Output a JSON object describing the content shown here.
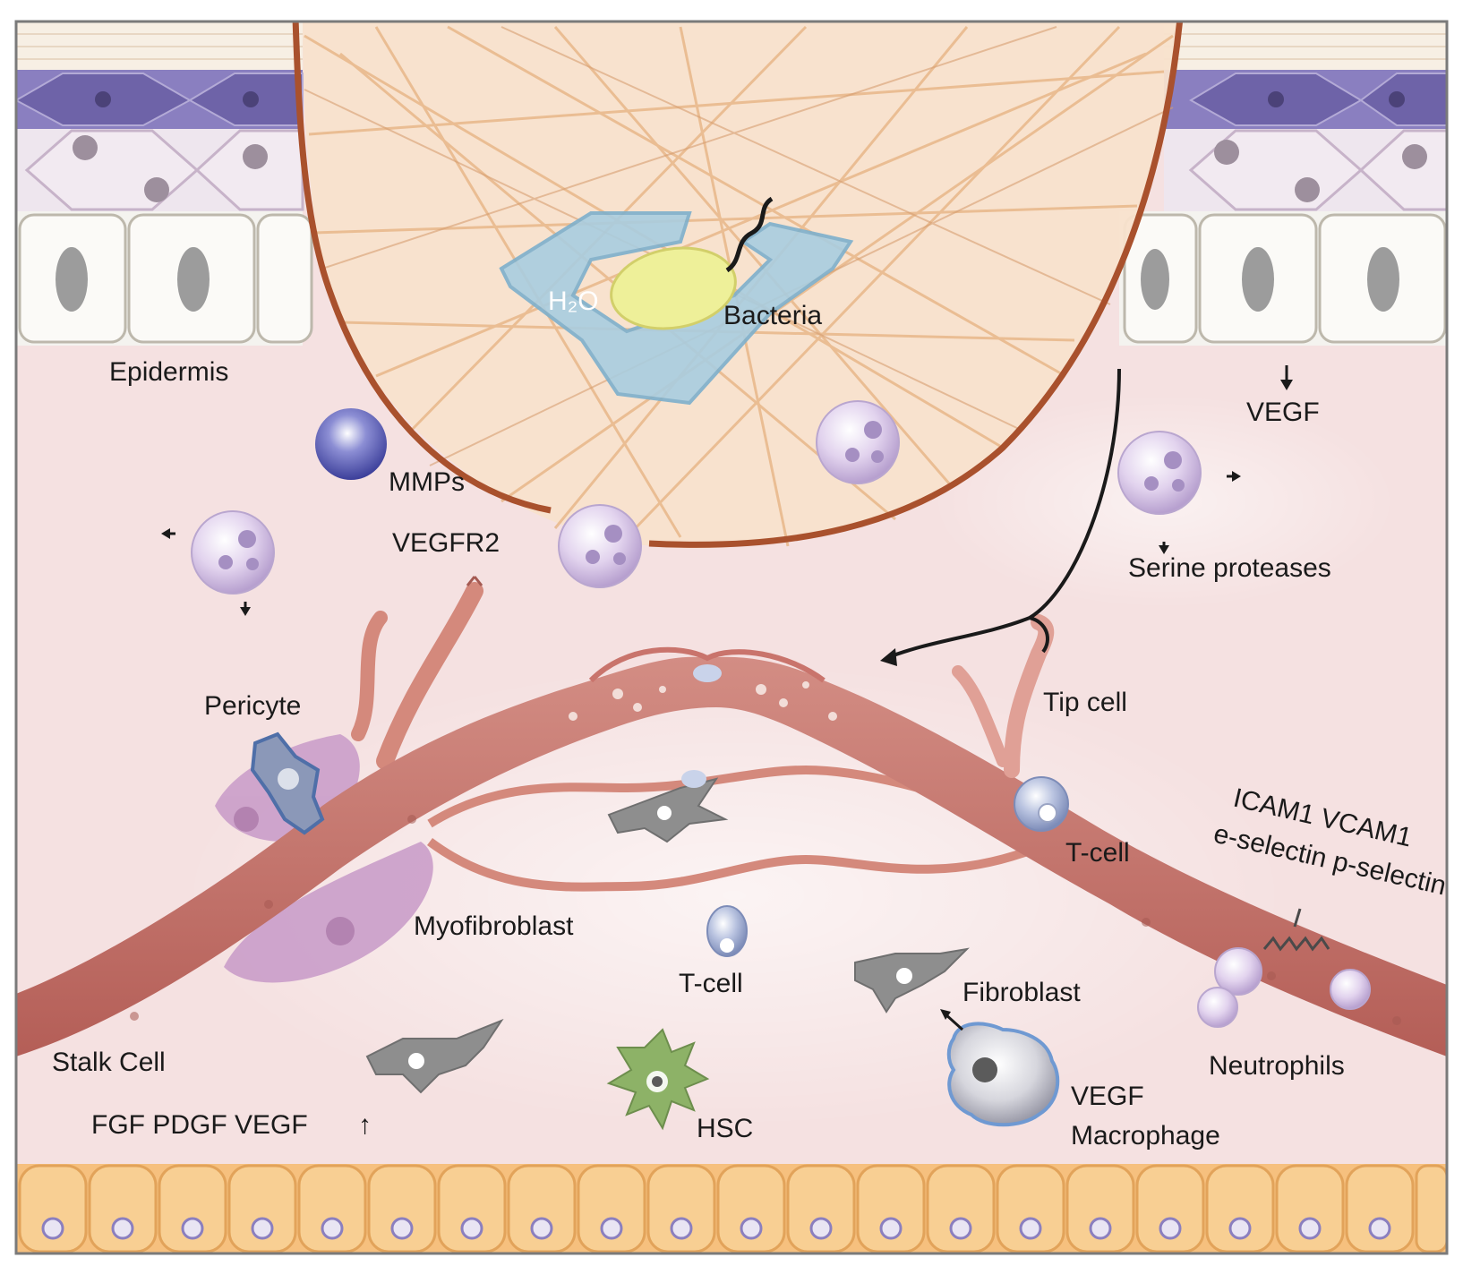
{
  "labels": {
    "epidermis": "Epidermis",
    "bacteria": "Bacteria",
    "water": "H₂O",
    "mmps": "MMPs",
    "vegfr2": "VEGFR2",
    "vegf_top": "VEGF",
    "serine_proteases": "Serine proteases",
    "pericyte": "Pericyte",
    "tip_cell": "Tip cell",
    "t_cell_vessel": "T-cell",
    "adhesion_line1": "ICAM1 VCAM1",
    "adhesion_line2": "e-selectin p-selectin",
    "myofibroblast": "Myofibroblast",
    "t_cell_free": "T-cell",
    "fibroblast": "Fibroblast",
    "stalk_cell": "Stalk Cell",
    "neutrophils": "Neutrophils",
    "growth_factors": "FGF PDGF VEGF",
    "growth_arrow": "↑",
    "hsc": "HSC",
    "vegf_macrophage": "VEGF",
    "macrophage": "Macrophage"
  },
  "colors": {
    "dermis": "#f5e1e1",
    "vessel": "#c9746c",
    "vessel_light": "#e2a79d",
    "scaffold_edge": "#a9512d",
    "scaffold_fill": "#f8e2cc",
    "epidermis_purple": "#8a7fc0",
    "basal_cells": "#f6c07e",
    "neutrophil": "#d8c8e8",
    "t_cell": "#a9b6d8",
    "myofibroblast": "#c89ac8",
    "hsc": "#8db267"
  }
}
